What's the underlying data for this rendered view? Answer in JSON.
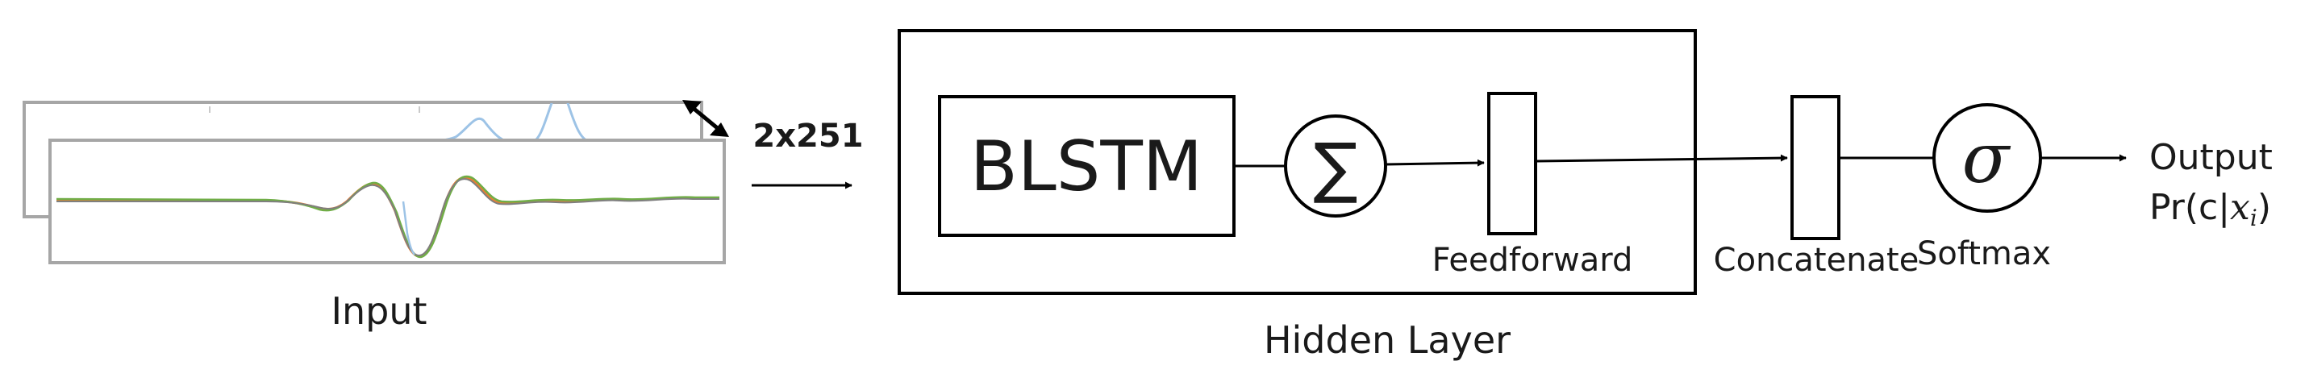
{
  "input": {
    "label": "Input",
    "dims": "2x251"
  },
  "hidden_layer": {
    "label": "Hidden Layer",
    "blstm_label": "BLSTM",
    "sum_symbol": "∑",
    "feedforward_label": "Feedforward"
  },
  "concatenate_label": "Concatenate",
  "softmax": {
    "symbol": "σ",
    "label": "Softmax"
  },
  "output": {
    "line1": "Output",
    "prob_prefix": "Pr(c|",
    "var": "x",
    "sub": "i",
    "close": ")"
  },
  "colors": {
    "line": "#000000",
    "frame": "#a6a6a6",
    "wave_back": "#9dc3e6"
  }
}
